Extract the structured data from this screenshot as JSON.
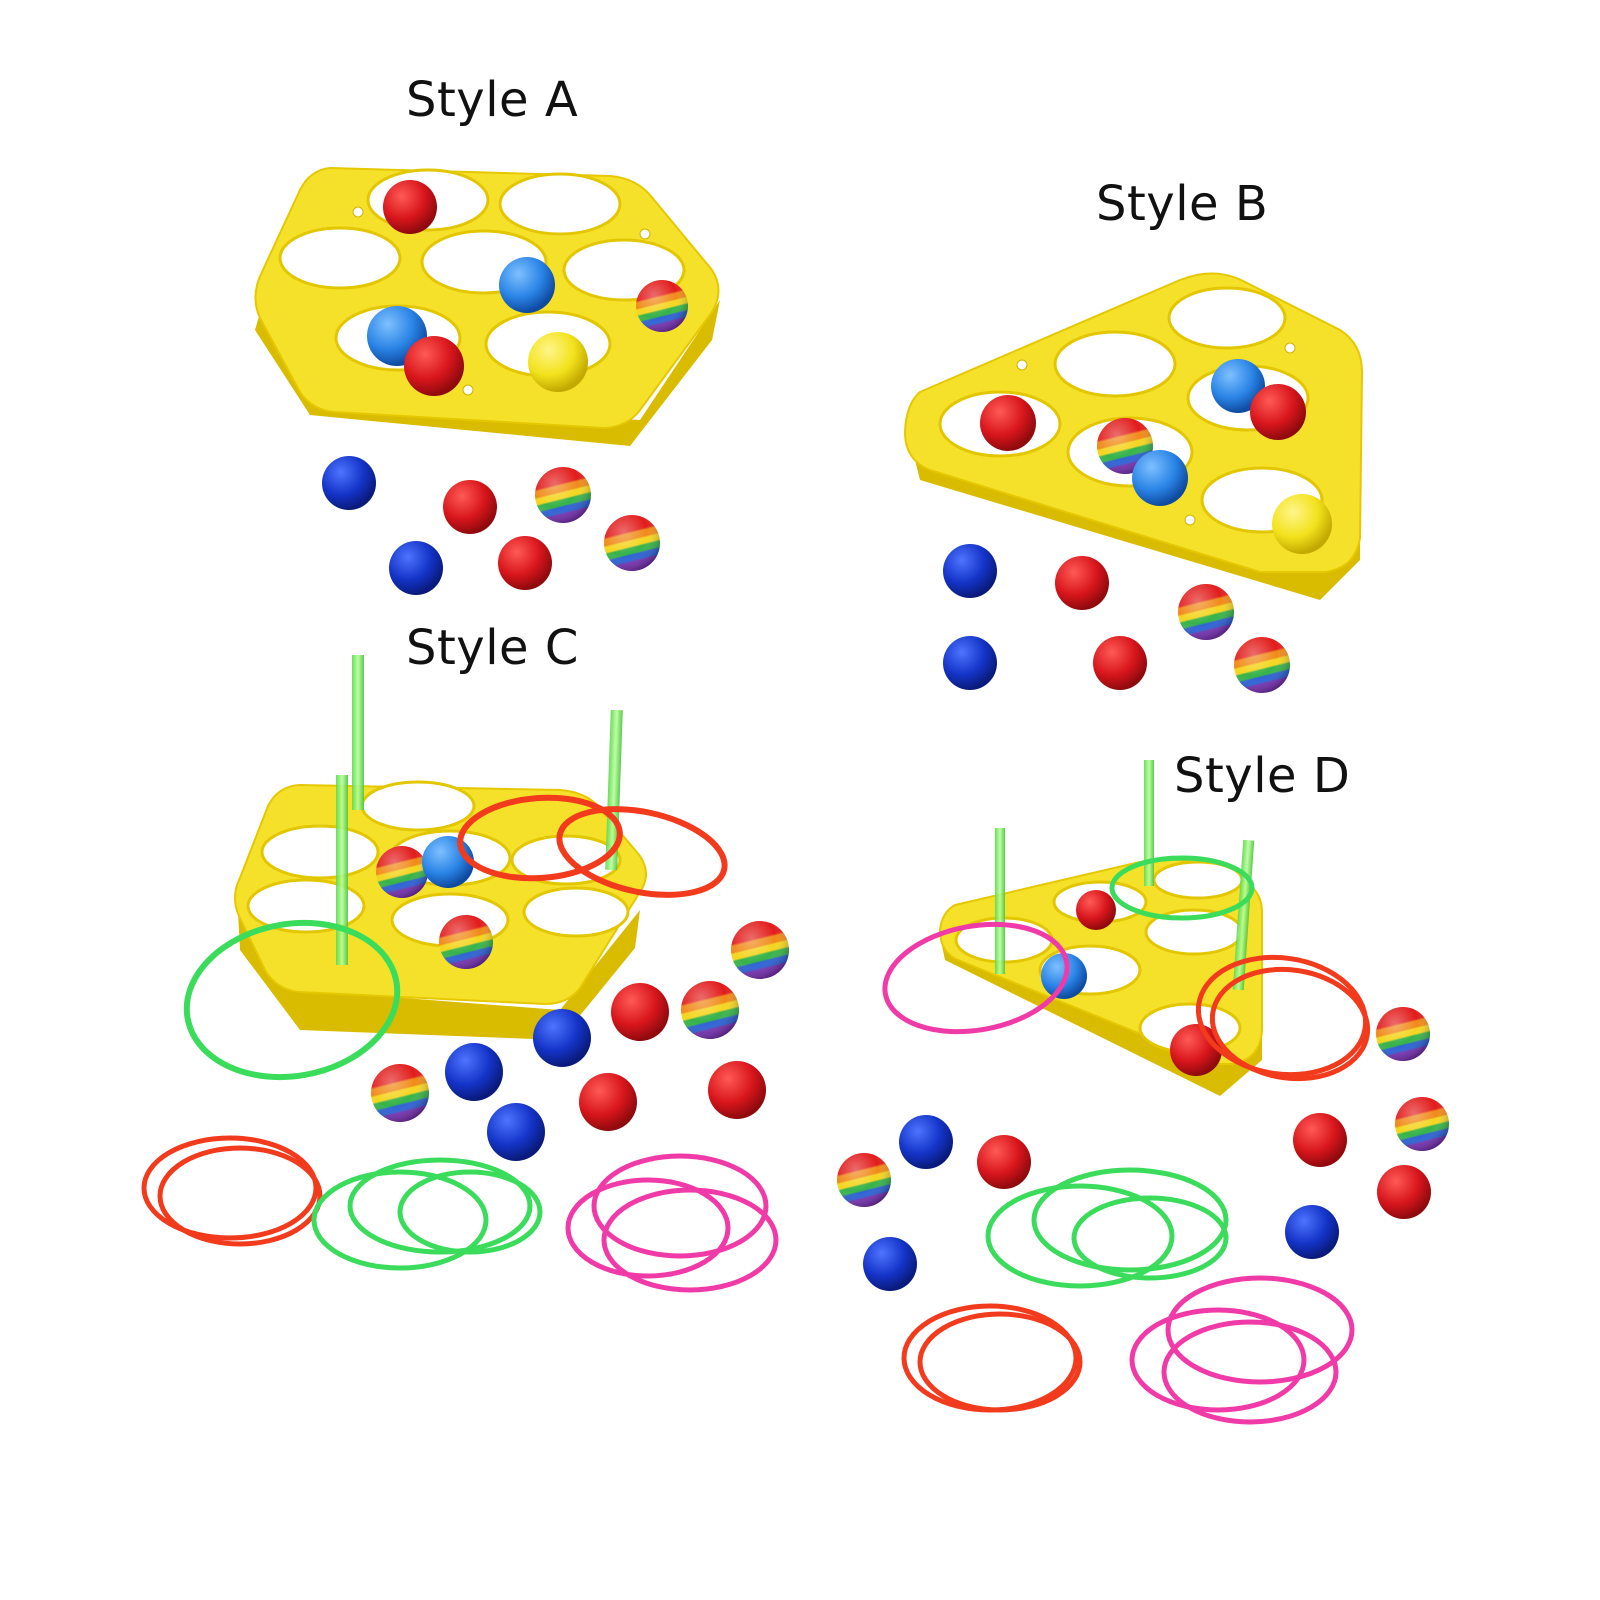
{
  "labels": {
    "style_a": "Style A",
    "style_b": "Style B",
    "style_c": "Style C",
    "style_d": "Style D"
  },
  "colors": {
    "tray": "#f6e12a",
    "tray_side": "#e3c400",
    "red_ball": "#d8161c",
    "blue_ball": "#1434c8",
    "yellow_ball": "#f2e21c",
    "rainbow": [
      "#e21b1b",
      "#f08a18",
      "#f4d520",
      "#36b34a",
      "#2a5fd8",
      "#7a2fb8"
    ],
    "ring_red": "#f23a1c",
    "ring_green": "#3bdc5c",
    "ring_pink": "#f03aa8",
    "peg": "#7fe86a"
  }
}
